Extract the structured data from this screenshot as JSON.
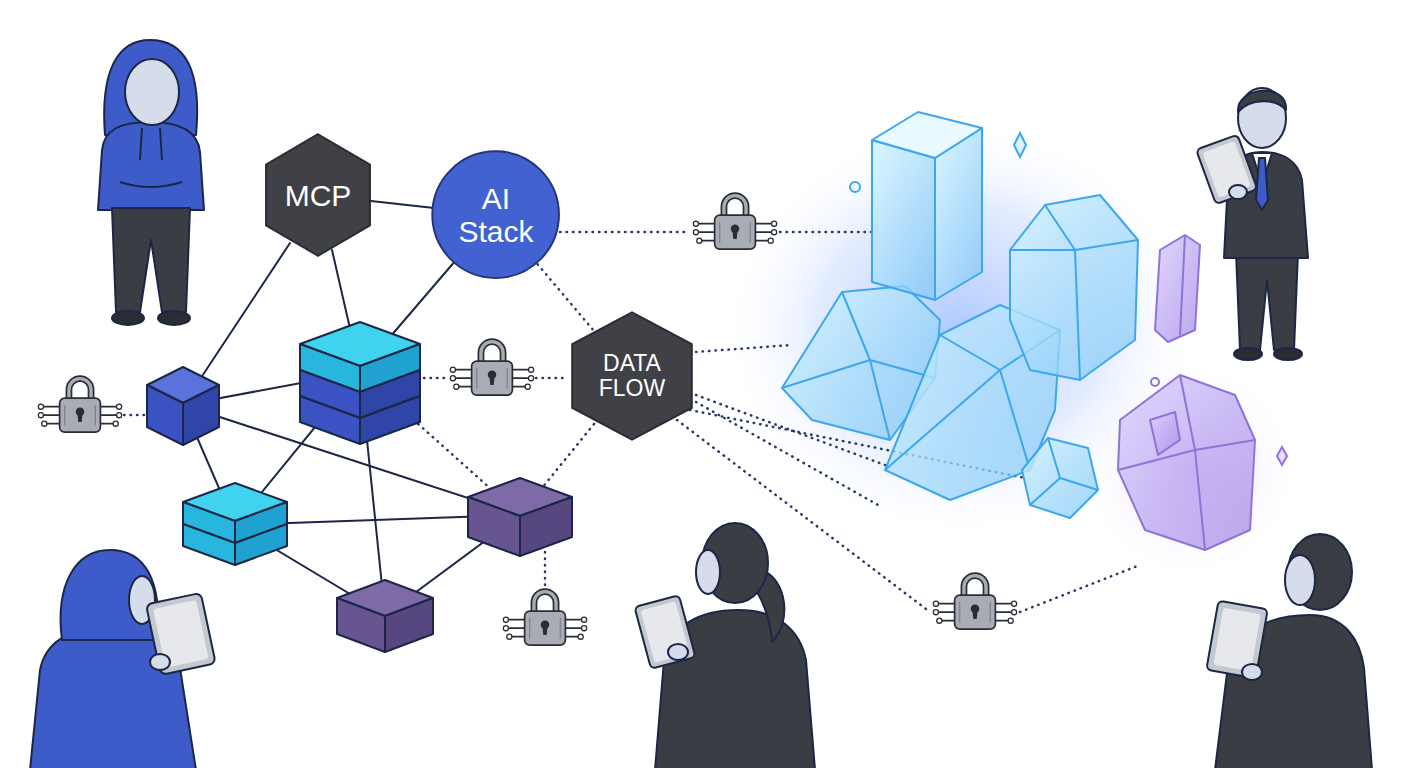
{
  "diagram": {
    "nodes": [
      {
        "text": [
          "MCP"
        ]
      },
      {
        "text": [
          "AI Stack"
        ]
      },
      {
        "text": [
          "DATA FLOW"
        ]
      }
    ],
    "edges": [
      {
        "from": 0,
        "to": 1,
        "arrow": "none"
      },
      {
        "from": 1,
        "to": 2,
        "arrow": "none"
      }
    ]
  }
}
